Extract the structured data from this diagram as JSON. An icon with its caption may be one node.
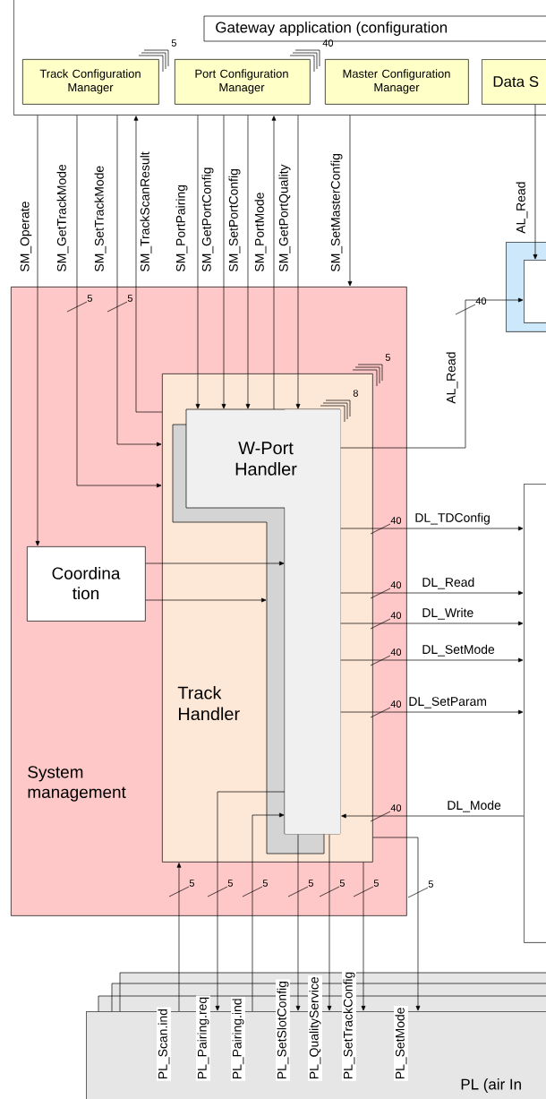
{
  "diagram": {
    "nodes": [
      {
        "text": [
          "Gateway application (configuration"
        ]
      },
      {
        "text": [
          "Track Configuration Manager"
        ],
        "in": 0
      },
      {
        "text": [
          "Port Configuration Manager"
        ],
        "in": 0
      },
      {
        "text": [
          "Master Configuration Manager"
        ],
        "in": 0
      },
      {
        "text": [
          "Data S"
        ],
        "in": 0
      },
      {
        "text": [],
        "shape": "box"
      },
      {
        "text": [],
        "shape": "box",
        "in": 5
      },
      {
        "text": [
          "System management"
        ]
      },
      {
        "text": [
          "Track Handler"
        ],
        "in": 7
      },
      {
        "text": [
          "W-Port Handler"
        ],
        "in": 8
      },
      {
        "text": [
          "Coordina tion"
        ],
        "in": 7
      },
      {
        "text": [],
        "shape": "box"
      },
      {
        "text": [
          "PL (air In"
        ]
      }
    ],
    "edges": [
      {
        "from": 0,
        "to": 10,
        "arrow": "to",
        "label": "SM_Operate"
      },
      {
        "from": 0,
        "to": 8,
        "arrow": "to",
        "label": "SM_GetTrackMode"
      },
      {
        "from": 0,
        "to": 8,
        "arrow": "to",
        "label": "SM_SetTrackMode"
      },
      {
        "from": 8,
        "to": 0,
        "arrow": "to",
        "label": "SM_TrackScanResult"
      },
      {
        "from": 0,
        "to": 9,
        "arrow": "to",
        "label": "SM_PortPairing"
      },
      {
        "from": 0,
        "to": 9,
        "arrow": "to",
        "label": "SM_GetPortConfig"
      },
      {
        "from": 0,
        "to": 9,
        "arrow": "to",
        "label": "SM_SetPortConfig"
      },
      {
        "from": 9,
        "to": 0,
        "arrow": "to",
        "label": "SM_PortMode"
      },
      {
        "from": 0,
        "to": 9,
        "arrow": "to",
        "label": "SM_GetPortQuality"
      },
      {
        "from": 0,
        "to": 7,
        "arrow": "to",
        "label": "SM_SetMasterConfig"
      },
      {
        "from": 4,
        "to": 6,
        "arrow": "to",
        "label": "AL_Read"
      },
      {
        "from": 9,
        "to": 6,
        "arrow": "to",
        "label": "AL_Read"
      },
      {
        "from": 9,
        "to": 11,
        "arrow": "to",
        "label": "DL_TDConfig"
      },
      {
        "from": 9,
        "to": 11,
        "arrow": "to",
        "label": "DL_Read"
      },
      {
        "from": 9,
        "to": 11,
        "arrow": "to",
        "label": "DL_Write"
      },
      {
        "from": 9,
        "to": 11,
        "arrow": "to",
        "label": "DL_SetMode"
      },
      {
        "from": 9,
        "to": 11,
        "arrow": "to",
        "label": "DL_SetParam"
      },
      {
        "from": 11,
        "to": 9,
        "arrow": "to",
        "label": "DL_Mode"
      },
      {
        "from": 10,
        "to": 9,
        "arrow": "to"
      },
      {
        "from": 10,
        "to": 9,
        "arrow": "to"
      },
      {
        "from": 12,
        "to": 8,
        "arrow": "to",
        "label": "PL_Scan.ind"
      },
      {
        "from": 9,
        "to": 12,
        "arrow": "to",
        "label": "PL_Pairing.req"
      },
      {
        "from": 12,
        "to": 9,
        "arrow": "to",
        "label": "PL_Pairing.ind"
      },
      {
        "from": 9,
        "to": 12,
        "arrow": "to",
        "label": "PL_SetSlotConfig"
      },
      {
        "from": 9,
        "to": 12,
        "arrow": "to",
        "label": "PL_QualityService"
      },
      {
        "from": 8,
        "to": 12,
        "arrow": "to",
        "label": "PL_SetTrackConfig"
      },
      {
        "from": 8,
        "to": 12,
        "arrow": "to",
        "label": "PL_SetMode"
      }
    ],
    "labels": [
      "5",
      "40",
      "5",
      "5",
      "40",
      "5",
      "8",
      "40",
      "40",
      "40",
      "40",
      "40",
      "40",
      "5",
      "5",
      "5",
      "5",
      "5",
      "5",
      "5"
    ]
  }
}
